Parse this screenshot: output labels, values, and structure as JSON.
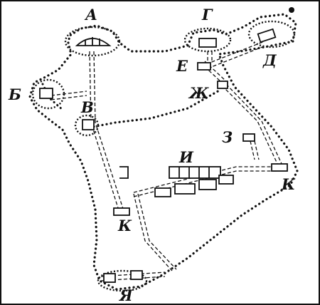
{
  "labels": {
    "a": "А",
    "b": "Б",
    "v": "В",
    "g": "Г",
    "d": "Д",
    "e": "Е",
    "zh": "Ж",
    "z": "З",
    "i": "И",
    "k_left": "К",
    "k_right": "К",
    "ya": "Я"
  },
  "colors": {
    "ink": "#111111",
    "paper": "#ffffff"
  }
}
